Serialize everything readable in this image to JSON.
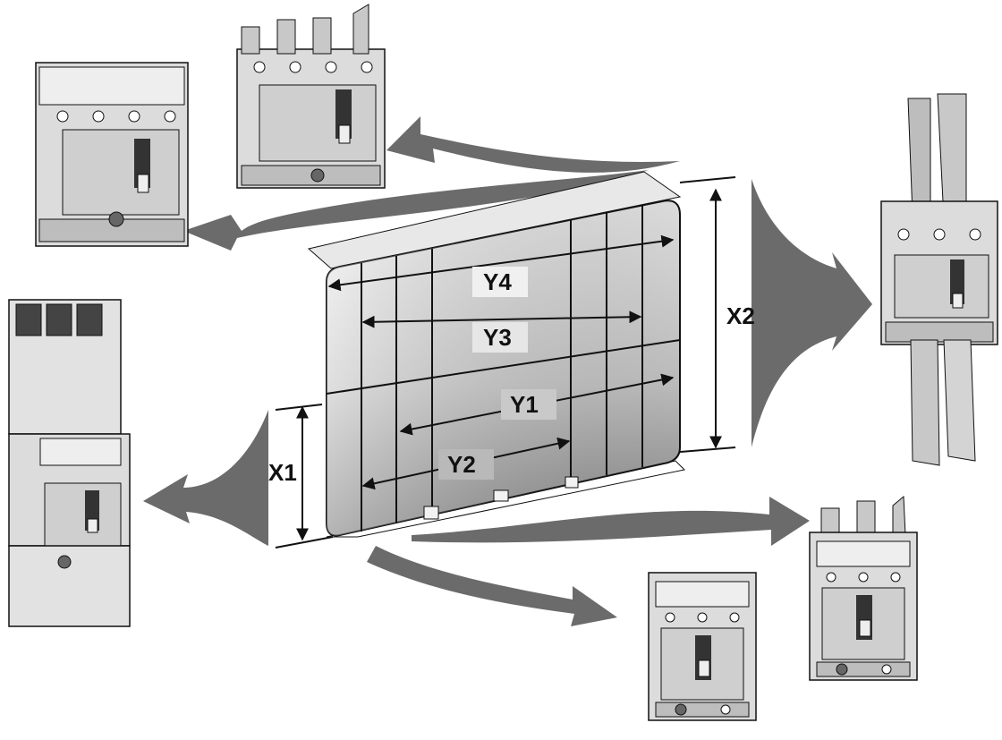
{
  "diagram": {
    "dimensions": {
      "x1": "X1",
      "x2": "X2",
      "y1": "Y1",
      "y2": "Y2",
      "y3": "Y3",
      "y4": "Y4"
    },
    "breakers": [
      {
        "id": "breaker-4pole-top-left",
        "poles": 4,
        "terminals": "front"
      },
      {
        "id": "breaker-4pole-top-center",
        "poles": 4,
        "terminals": "extended-flat"
      },
      {
        "id": "breaker-3pole-rear-right",
        "poles": 3,
        "terminals": "rear-long"
      },
      {
        "id": "breaker-3pole-plugin-left",
        "poles": 3,
        "terminals": "plug-in-base"
      },
      {
        "id": "breaker-3pole-bottom-center",
        "poles": 3,
        "terminals": "front"
      },
      {
        "id": "breaker-3pole-bottom-right",
        "poles": 3,
        "terminals": "extended-angled"
      }
    ],
    "colors": {
      "arrow": "#6b6b6b",
      "panel_light": "#f2f2f2",
      "panel_dark": "#9a9a9a",
      "outline": "#1a1a1a",
      "breaker_body": "#d9d9d9"
    }
  }
}
